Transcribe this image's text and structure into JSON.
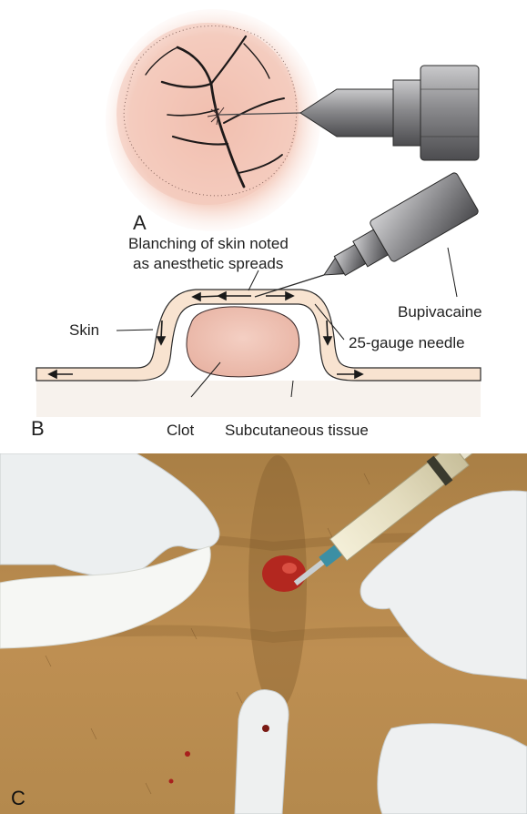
{
  "panel_a": {
    "letter": "A"
  },
  "panel_b": {
    "letter": "B",
    "labels": {
      "blanching_line1": "Blanching of skin noted",
      "blanching_line2": "as anesthetic spreads",
      "skin": "Skin",
      "bupivacaine": "Bupivacaine",
      "needle": "25-gauge needle",
      "clot": "Clot",
      "subcutaneous": "Subcutaneous tissue"
    }
  },
  "panel_c": {
    "letter": "C"
  },
  "colors": {
    "skin_pink": "#f2c9bc",
    "skin_band": "#f7e4d2",
    "syringe_gray": "#8f8f91",
    "photo_skin": "#b98a4d",
    "glove": "#eef0f0",
    "blood": "#a8201d"
  }
}
